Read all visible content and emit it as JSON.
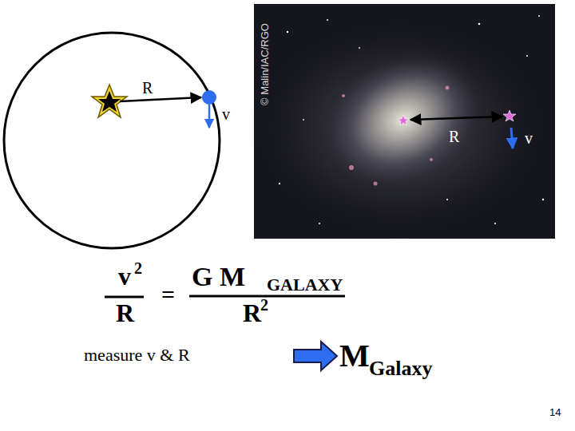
{
  "diagram": {
    "labels": [
      "R",
      "v",
      "© Malin/IAC/RGO",
      "R",
      "v",
      "v",
      "2",
      "R",
      "=",
      "G M",
      "GALAXY",
      "R",
      "2",
      "measure v & R",
      "M",
      "Galaxy",
      "14"
    ]
  }
}
